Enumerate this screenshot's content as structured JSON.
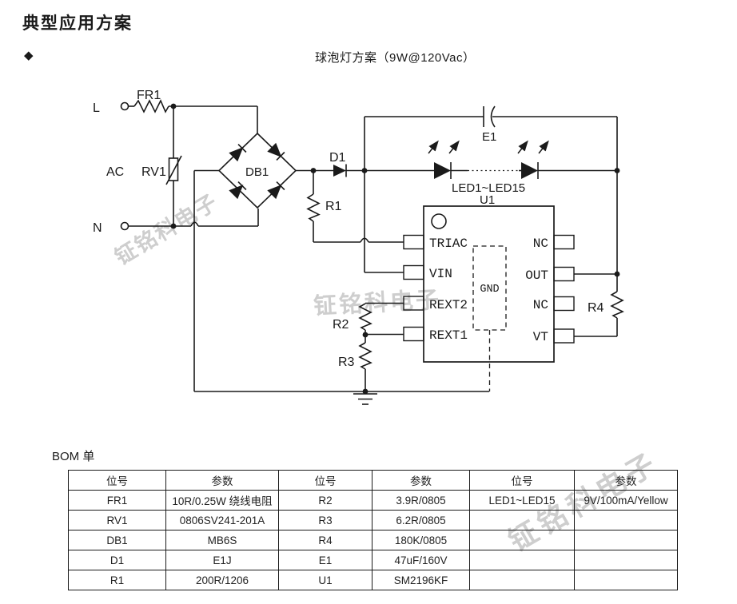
{
  "page": {
    "title": "典型应用方案",
    "bullet": "◆",
    "subtitle": "球泡灯方案（9W@120Vac）"
  },
  "watermark": {
    "text": "钲铭科电子",
    "color": "#c9c9c9"
  },
  "circuit": {
    "terminals": {
      "l": "L",
      "ac": "AC",
      "n": "N"
    },
    "labels": {
      "fr1": "FR1",
      "rv1": "RV1",
      "db1": "DB1",
      "d1": "D1",
      "r1": "R1",
      "r2": "R2",
      "r3": "R3",
      "r4": "R4",
      "e1": "E1",
      "led_range": "LED1~LED15",
      "u1": "U1"
    },
    "ic": {
      "ref": "U1",
      "left_pins": [
        "TRIAC",
        "VIN",
        "REXT2",
        "REXT1"
      ],
      "right_pins": [
        "NC",
        "OUT",
        "NC",
        "VT"
      ],
      "pad": "GND"
    }
  },
  "bom": {
    "label": "BOM 单",
    "headers": [
      "位号",
      "参数",
      "位号",
      "参数",
      "位号",
      "参数"
    ],
    "rows": [
      [
        "FR1",
        "10R/0.25W 绕线电阻",
        "R2",
        "3.9R/0805",
        "LED1~LED15",
        "9V/100mA/Yellow"
      ],
      [
        "RV1",
        "0806SV241-201A",
        "R3",
        "6.2R/0805",
        "",
        ""
      ],
      [
        "DB1",
        "MB6S",
        "R4",
        "180K/0805",
        "",
        ""
      ],
      [
        "D1",
        "E1J",
        "E1",
        "47uF/160V",
        "",
        ""
      ],
      [
        "R1",
        "200R/1206",
        "U1",
        "SM2196KF",
        "",
        ""
      ]
    ]
  }
}
